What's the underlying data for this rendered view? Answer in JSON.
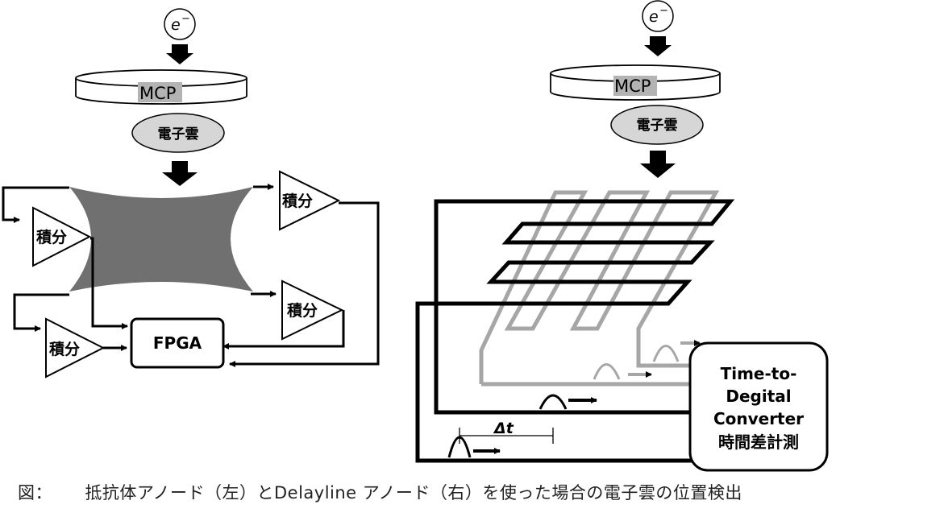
{
  "left_diagram": {
    "electron_symbol": "e",
    "electron_charge": "−",
    "mcp_label": "MCP",
    "cloud_label": "電子雲",
    "integrator_label": "積分",
    "fpga_label": "FPGA"
  },
  "right_diagram": {
    "electron_symbol": "e",
    "electron_charge": "−",
    "mcp_label": "MCP",
    "cloud_label": "電子雲",
    "delta_t_label": "Δt",
    "tdc_lines": [
      "Time-to-",
      "Degital",
      "Converter",
      "時間差計測"
    ]
  },
  "caption": {
    "prefix": "図：",
    "text": "抵抗体アノード（左）とDelayline アノード（右）を使った場合の電子雲の位置検出"
  }
}
